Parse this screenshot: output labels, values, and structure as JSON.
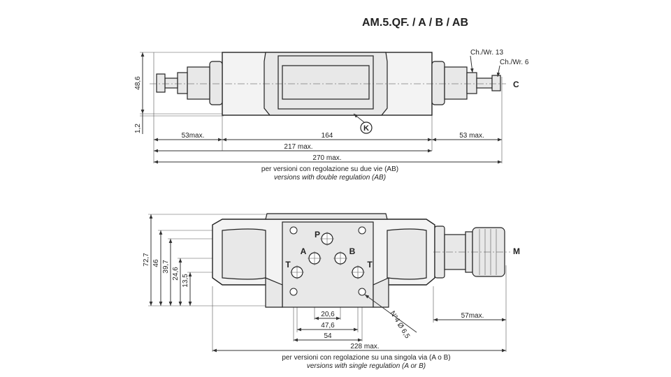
{
  "title": "AM.5.QF. / A / B / AB",
  "top_view": {
    "wrench_labels": [
      "Ch./Wr. 13",
      "Ch./Wr. 6"
    ],
    "port_c": "C",
    "detail_k": "K",
    "height_dims": [
      "48,6",
      "1,2"
    ],
    "dims": {
      "left": "53max.",
      "center": "164",
      "right": "53  max.",
      "mid": "217 max.",
      "overall": "270 max."
    },
    "caption_it": "per versioni con regolazione su due vie (AB)",
    "caption_en": "versions with double regulation (AB)"
  },
  "bottom_view": {
    "ports": {
      "p": "P",
      "a": "A",
      "b": "B",
      "t_left": "T",
      "t_right": "T",
      "m": "M"
    },
    "height_dims": [
      "72,7",
      "46",
      "39,7",
      "24,6",
      "13,5"
    ],
    "width_dims": [
      "20,6",
      "47,6",
      "54"
    ],
    "holes": "N°4 Ø 6,5",
    "right_dim": "57max.",
    "overall": "228 max.",
    "caption_it": "per versioni con regolazione su una singola via (A o B)",
    "caption_en": "versions with single regulation (A or B)"
  }
}
